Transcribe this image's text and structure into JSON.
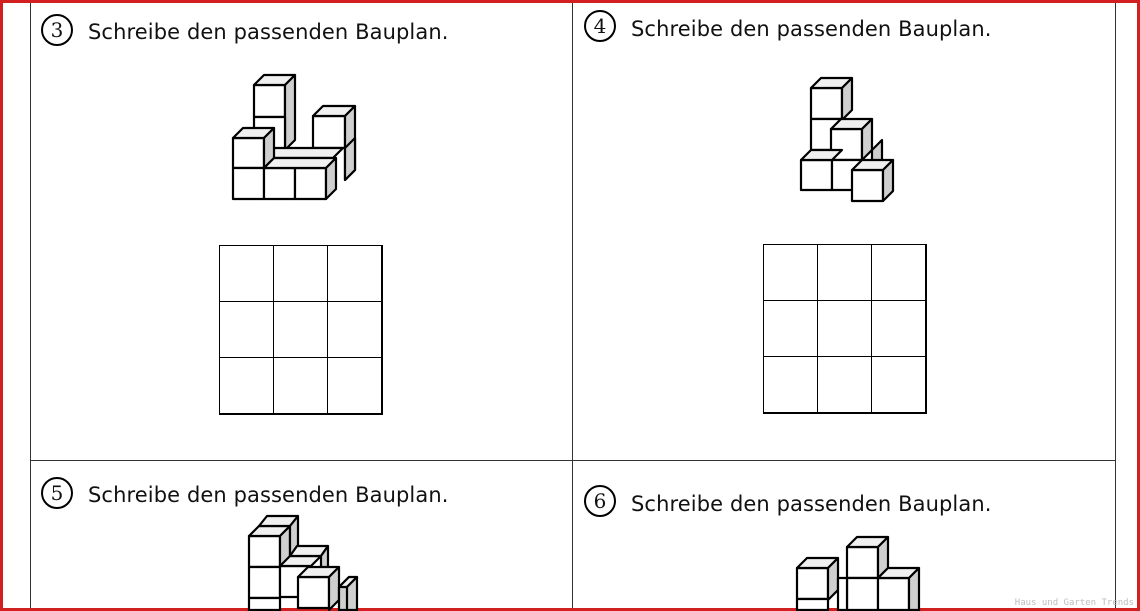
{
  "worksheet": {
    "tasks": [
      {
        "number": "3",
        "instruction": "Schreibe den passenden Bauplan."
      },
      {
        "number": "4",
        "instruction": "Schreibe den passenden Bauplan."
      },
      {
        "number": "5",
        "instruction": "Schreibe den passenden Bauplan."
      },
      {
        "number": "6",
        "instruction": "Schreibe den passenden Bauplan."
      }
    ],
    "grid_size": 3,
    "frame_color": "#d21f1f"
  },
  "watermark": "Haus und Garten Trends"
}
